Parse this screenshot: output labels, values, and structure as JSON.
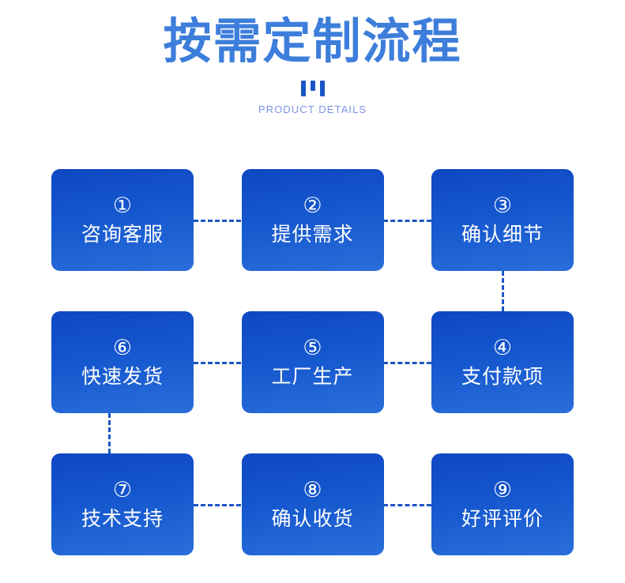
{
  "header": {
    "title": "按需定制流程",
    "subtitle": "PRODUCT DETAILS",
    "decoration": "three-bars-icon"
  },
  "colors": {
    "title_blue": "#3d7edb",
    "subtitle_blue": "#7b93e8",
    "card_gradient_start": "#0f47c2",
    "card_gradient_end": "#2a6edb",
    "connector_blue": "#1a56c4",
    "background": "#ffffff"
  },
  "flow": {
    "rows": [
      {
        "cards": [
          {
            "num": "①",
            "label": "咨询客服"
          },
          {
            "num": "②",
            "label": "提供需求"
          },
          {
            "num": "③",
            "label": "确认细节"
          }
        ]
      },
      {
        "cards": [
          {
            "num": "⑥",
            "label": "快速发货"
          },
          {
            "num": "⑤",
            "label": "工厂生产"
          },
          {
            "num": "④",
            "label": "支付款项"
          }
        ]
      },
      {
        "cards": [
          {
            "num": "⑦",
            "label": "技术支持"
          },
          {
            "num": "⑧",
            "label": "确认收货"
          },
          {
            "num": "⑨",
            "label": "好评评价"
          }
        ]
      }
    ]
  }
}
